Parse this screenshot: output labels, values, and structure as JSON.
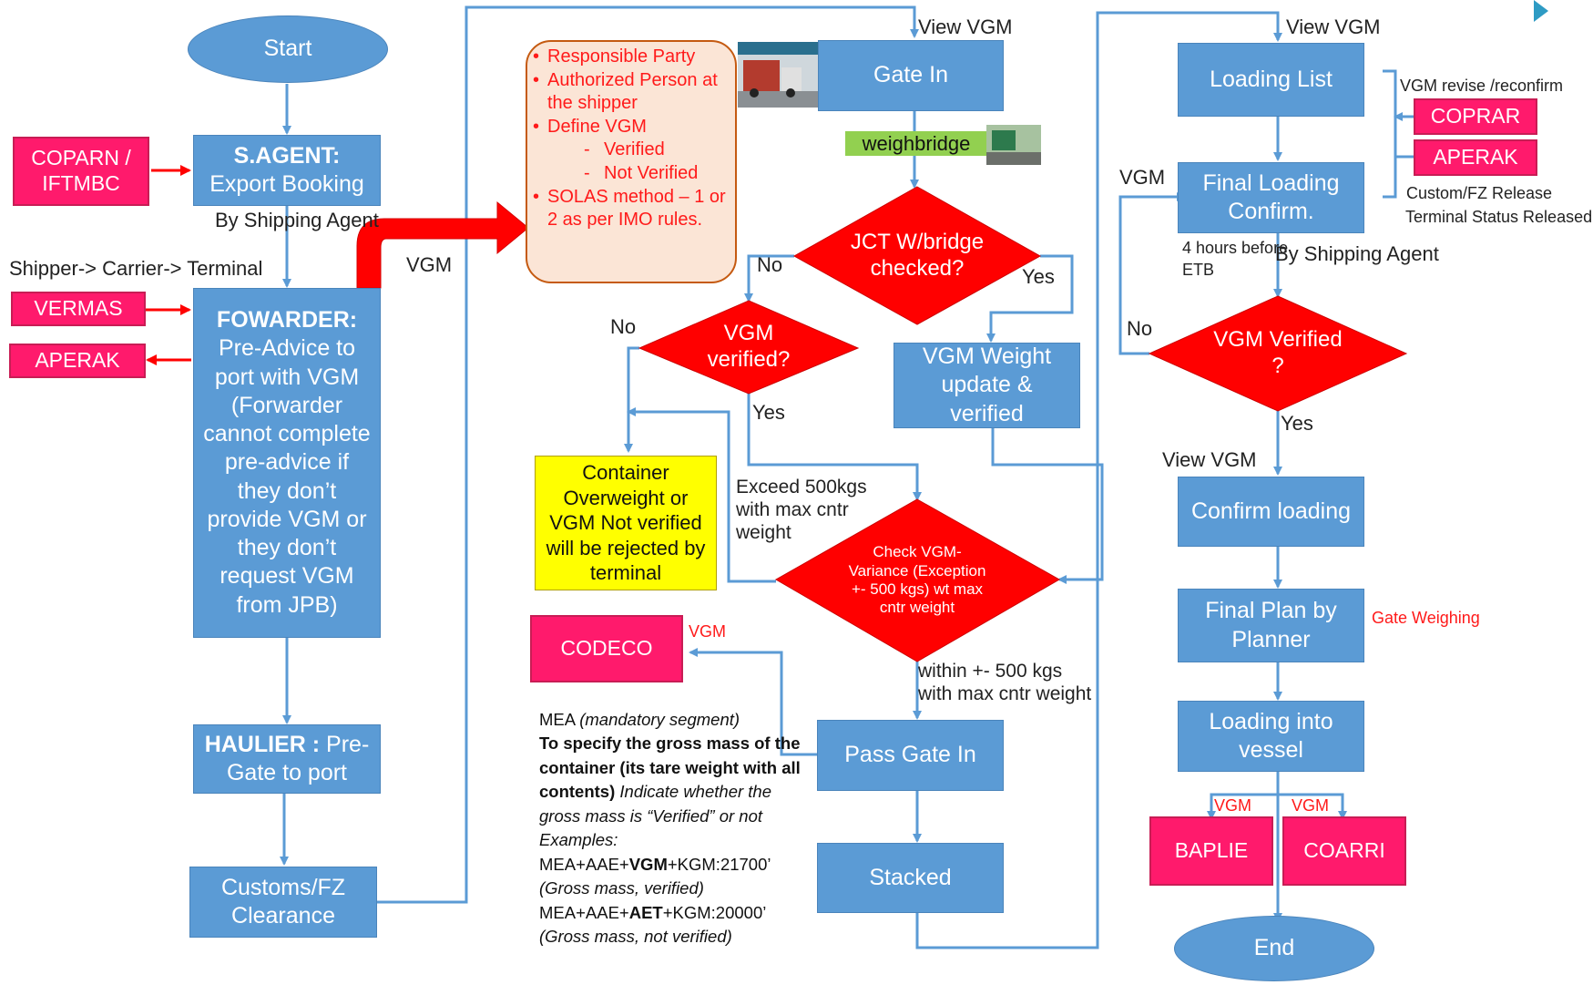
{
  "colors": {
    "process_blue": "#5b9bd5",
    "edi_message_pink": "#ff1a6c",
    "decision_red": "#ff0000",
    "connector_blue": "#5b9bd5",
    "note_fill": "#fbe5d6",
    "warning_yellow": "#ffff00",
    "weighbridge_green": "#92d050"
  },
  "left_column": {
    "start": "Start",
    "sagent_bold": "S.AGENT:",
    "sagent_text": "Export Booking",
    "by_shipping_agent": "By Shipping Agent",
    "shipper_carrier_terminal": "Shipper-> Carrier-> Terminal",
    "forwarder_bold": "FOWARDER:",
    "forwarder_text": "Pre-Advice to port with VGM (Forwarder cannot complete pre-advice if they don’t provide VGM or they don’t request VGM from JPB)",
    "haulier_bold": "HAULIER :",
    "haulier_text": "Pre-Gate to port",
    "customs": "Customs/FZ Clearance",
    "msg_coparn": "COPARN / IFTMBC",
    "msg_vermas": "VERMAS",
    "msg_aperak": "APERAK"
  },
  "middle_column": {
    "vgm_label": "VGM",
    "view_vgm": "View VGM",
    "gate_in": "Gate In",
    "weighbridge": "weighbridge",
    "jct_decision": "JCT W/bridge checked?",
    "no": "No",
    "yes": "Yes",
    "vgm_verified_decision": "VGM verified?",
    "vgm_weight_update": "VGM Weight update & verified",
    "container_overweight": "Container Overweight or VGM Not verified will be rejected by terminal",
    "exceed_note": "Exceed 500kgs with max cntr weight",
    "check_variance": "Check VGM-Variance (Exception +- 500 kgs) wt max cntr weight",
    "within_note": "within +- 500 kgs with max cntr weight",
    "msg_codeco": "CODECO",
    "codeco_vgm": "VGM",
    "pass_gate_in": "Pass Gate In",
    "stacked": "Stacked",
    "note_items": {
      "responsible_party": "Responsible Party",
      "authorized_person": "Authorized Person at the shipper",
      "define_vgm": "Define VGM",
      "verified": "Verified",
      "not_verified": "Not Verified",
      "solas": "SOLAS method – 1 or 2 as per IMO rules."
    },
    "mea": {
      "mea_head": "MEA",
      "mea_seg": "(mandatory segment)",
      "bold_text": "To specify the gross mass of the container (its tare weight with all contents)",
      "italic_text": "Indicate whether the gross mass is “Verified” or not",
      "examples": "Examples:",
      "ex1_a": "MEA+AAE+",
      "ex1_b": "VGM",
      "ex1_c": "+KGM:21700’",
      "ex1_d": "(Gross mass, verified)",
      "ex2_a": "MEA+AAE+",
      "ex2_b": "AET",
      "ex2_c": "+KGM:20000’",
      "ex2_d": "(Gross mass, not verified)"
    }
  },
  "right_column": {
    "view_vgm_top": "View VGM",
    "loading_list": "Loading List",
    "vgm_revise": "VGM revise /reconfirm",
    "msg_coprar": "COPRAR",
    "msg_aperak": "APERAK",
    "custom_release": "Custom/FZ Release",
    "terminal_status": "Terminal Status Released",
    "vgm_label": "VGM",
    "final_loading_confirm": "Final Loading Confirm.",
    "four_hours": "4 hours before ETB",
    "by_shipping_agent": "By Shipping Agent",
    "no": "No",
    "vgm_verified_decision": "VGM Verified ?",
    "yes": "Yes",
    "view_vgm_mid": "View VGM",
    "confirm_loading": "Confirm loading",
    "final_plan": "Final Plan by Planner",
    "gate_weighing": "Gate Weighing",
    "loading_into_vessel": "Loading into vessel",
    "baplie_vgm": "VGM",
    "coarri_vgm": "VGM",
    "msg_baplie": "BAPLIE",
    "msg_coarri": "COARRI",
    "end": "End"
  }
}
